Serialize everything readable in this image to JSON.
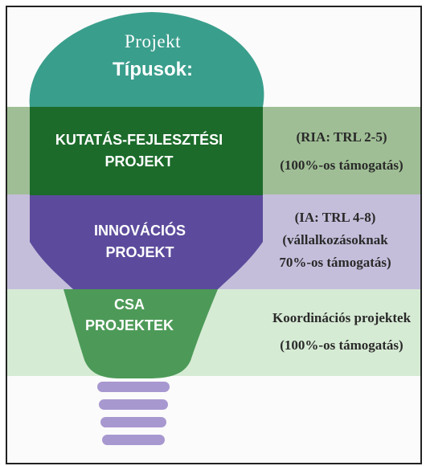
{
  "bulb": {
    "title_line1": "Projekt",
    "title_line2": "Típusok:",
    "sections": [
      {
        "label_lines": [
          "KUTATÁS-FEJLESZTÉSI",
          "PROJEKT"
        ],
        "color": "#1c6b2b"
      },
      {
        "label_lines": [
          "INNOVÁCIÓS",
          "PROJEKT"
        ],
        "color": "#5c4b9c"
      },
      {
        "label_lines": [
          "CSA",
          "PROJEKTEK"
        ],
        "color": "#4d9a58"
      }
    ],
    "dome_color": "#3a9e8c",
    "base_color": "#a898d0"
  },
  "details": {
    "ria": {
      "lines": [
        "(RIA: TRL 2-5)",
        "(100%-os támogatás)"
      ],
      "band_color": "#9fbe95"
    },
    "ia": {
      "lines": [
        "(IA: TRL 4-8)",
        "(vállalkozásoknak",
        "70%-os támogatás)"
      ],
      "band_color": "#c5bedb"
    },
    "csa": {
      "lines": [
        "Koordinációs projektek",
        "(100%-os támogatás)"
      ],
      "band_color": "#d6ebd4"
    }
  }
}
